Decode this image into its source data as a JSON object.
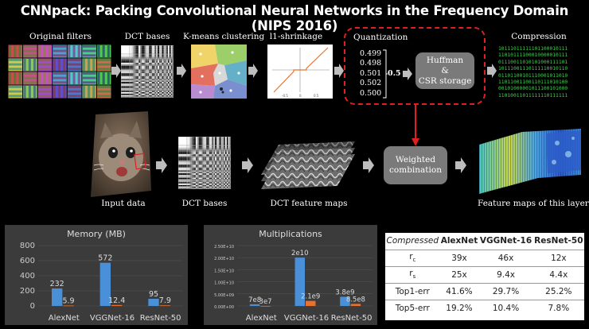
{
  "title": "CNNpack: Packing Convolutional Neural Networks in the Frequency Domain (NIPS 2016)",
  "top_row": {
    "original_filters": "Original filters",
    "dct_bases": "DCT bases",
    "kmeans": "K-means clustering",
    "shrinkage": "l1-shrinkage",
    "quantization": "Quantization",
    "compression": "Compression",
    "quant_values": [
      "0.499",
      "0.498",
      "0.501",
      "0.502",
      "0.500"
    ],
    "quant_result": "0.5",
    "huffman_lines": [
      "Huffman",
      "&",
      "CSR storage"
    ],
    "binary_lines": [
      "10111011111101100010111",
      "11010111100010000010111",
      "01110011010101000111101",
      "10111001110111110010110",
      "01101100101110001011010",
      "11011001100110111010100",
      "00101000001011100101000",
      "11010011011111110111111"
    ]
  },
  "middle_row": {
    "input_data": "Input data",
    "dct_bases": "DCT bases",
    "dct_feature_maps": "DCT feature maps",
    "weighted_lines": [
      "Weighted",
      "combination"
    ],
    "feature_maps": "Feature maps of this layer"
  },
  "memory_chart": {
    "type": "bar",
    "title": "Memory (MB)",
    "categories": [
      "AlexNet",
      "VGGNet-16",
      "ResNet-50"
    ],
    "series": [
      {
        "values": [
          232,
          572,
          95
        ],
        "labels": [
          "232",
          "572",
          "95"
        ],
        "color": "#4a90d9"
      },
      {
        "values": [
          5.9,
          12.4,
          7.9
        ],
        "labels": [
          "5.9",
          "12.4",
          "7.9"
        ],
        "color": "#e8722c"
      }
    ],
    "ylim": [
      0,
      800
    ],
    "yticks": [
      "0",
      "200",
      "400",
      "600",
      "800"
    ]
  },
  "mult_chart": {
    "type": "bar",
    "title": "Multiplications",
    "categories": [
      "AlexNet",
      "VGGNet-16",
      "ResNet-50"
    ],
    "series": [
      {
        "values": [
          700000000.0,
          20000000000.0,
          3800000000.0
        ],
        "labels": [
          "7e8",
          "2e10",
          "3.8e9"
        ],
        "color": "#4a90d9"
      },
      {
        "values": [
          30000000.0,
          2100000000.0,
          850000000.0
        ],
        "labels": [
          "3e7",
          "2.1e9",
          "8.5e8"
        ],
        "color": "#e8722c"
      }
    ],
    "ylim": [
      0,
      25000000000.0
    ],
    "yticks": [
      "0.00E+00",
      "5.00E+09",
      "1.00E+10",
      "1.50E+10",
      "2.00E+10",
      "2.50E+10"
    ]
  },
  "results_table": {
    "columns": [
      "Compressed",
      "AlexNet",
      "VGGNet-16",
      "ResNet-50"
    ],
    "rows": [
      {
        "name": "r",
        "sub": "c",
        "values": [
          "39x",
          "46x",
          "12x"
        ]
      },
      {
        "name": "r",
        "sub": "s",
        "values": [
          "25x",
          "9.4x",
          "4.4x"
        ]
      },
      {
        "name": "Top1-err",
        "sub": "",
        "values": [
          "41.6%",
          "29.7%",
          "25.2%"
        ]
      },
      {
        "name": "Top5-err",
        "sub": "",
        "values": [
          "19.2%",
          "10.4%",
          "7.8%"
        ]
      }
    ]
  },
  "colors": {
    "dashed_border": "#e02020",
    "arrow_gray": "#bdbdbd",
    "bar_blue": "#4a90d9",
    "bar_orange": "#e8722c",
    "binary_green": "#3cd24b"
  }
}
